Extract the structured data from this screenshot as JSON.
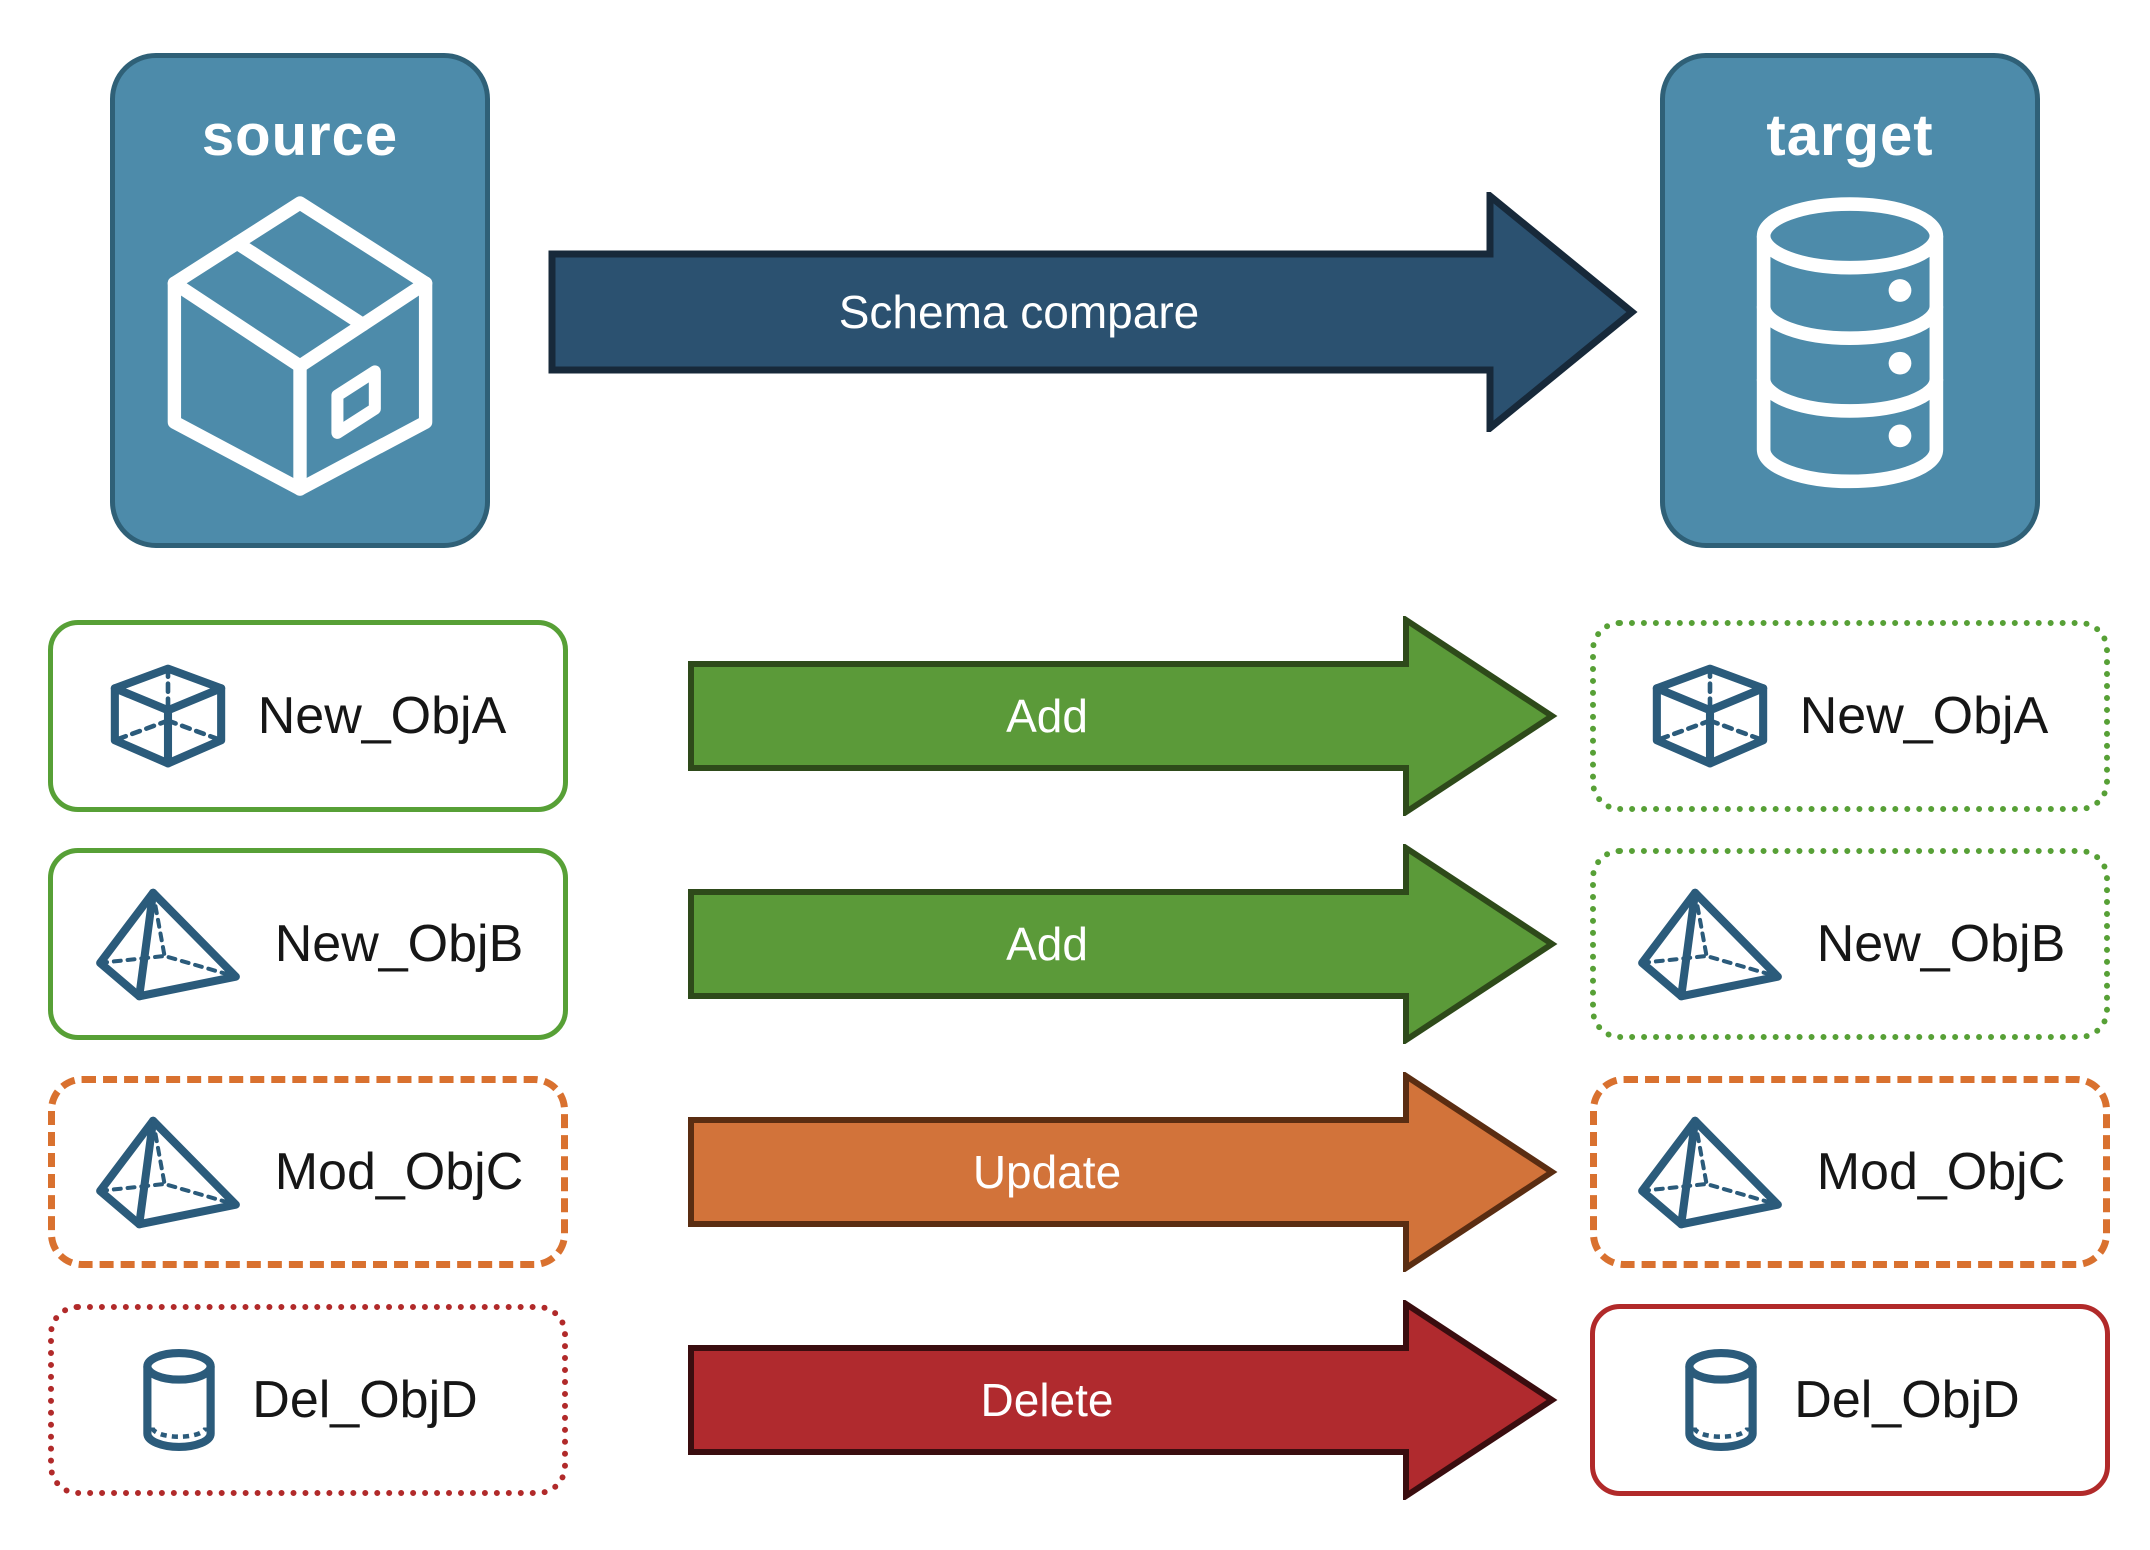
{
  "source_card": {
    "label": "source",
    "icon": "package-icon"
  },
  "target_card": {
    "label": "target",
    "icon": "database-icon"
  },
  "compare_arrow": {
    "label": "Schema compare",
    "fill": "#2B5170"
  },
  "rows": [
    {
      "source": {
        "label": "New_ObjA",
        "icon": "cube-icon",
        "border": "green-solid"
      },
      "arrow": {
        "label": "Add",
        "fill": "#5B9A39"
      },
      "target": {
        "label": "New_ObjA",
        "icon": "cube-icon",
        "border": "green-dotted"
      }
    },
    {
      "source": {
        "label": "New_ObjB",
        "icon": "pyramid-icon",
        "border": "green-solid"
      },
      "arrow": {
        "label": "Add",
        "fill": "#5B9A39"
      },
      "target": {
        "label": "New_ObjB",
        "icon": "pyramid-icon",
        "border": "green-dotted"
      }
    },
    {
      "source": {
        "label": "Mod_ObjC",
        "icon": "pyramid-icon",
        "border": "orange-dashed"
      },
      "arrow": {
        "label": "Update",
        "fill": "#D2733A"
      },
      "target": {
        "label": "Mod_ObjC",
        "icon": "pyramid-icon",
        "border": "orange-dashed"
      }
    },
    {
      "source": {
        "label": "Del_ObjD",
        "icon": "cylinder-icon",
        "border": "red-dotted"
      },
      "arrow": {
        "label": "Delete",
        "fill": "#B02A2E"
      },
      "target": {
        "label": "Del_ObjD",
        "icon": "cylinder-icon",
        "border": "red-solid"
      }
    }
  ],
  "colors": {
    "card_fill": "#4D8BAA",
    "card_border": "#2F6077",
    "compare_arrow_fill": "#2B5170",
    "compare_arrow_border": "#17293A",
    "add_arrow_fill": "#5B9A39",
    "add_arrow_border": "#2E4A1A",
    "update_arrow_fill": "#D2733A",
    "update_arrow_border": "#5A2D12",
    "delete_arrow_fill": "#B02A2E",
    "delete_arrow_border": "#3A0D0F",
    "green_outline": "#57A036",
    "orange_outline": "#D9712F",
    "red_outline": "#B12A2A",
    "object_icon_blue": "#2B5B7B",
    "label_text": "#161616"
  }
}
